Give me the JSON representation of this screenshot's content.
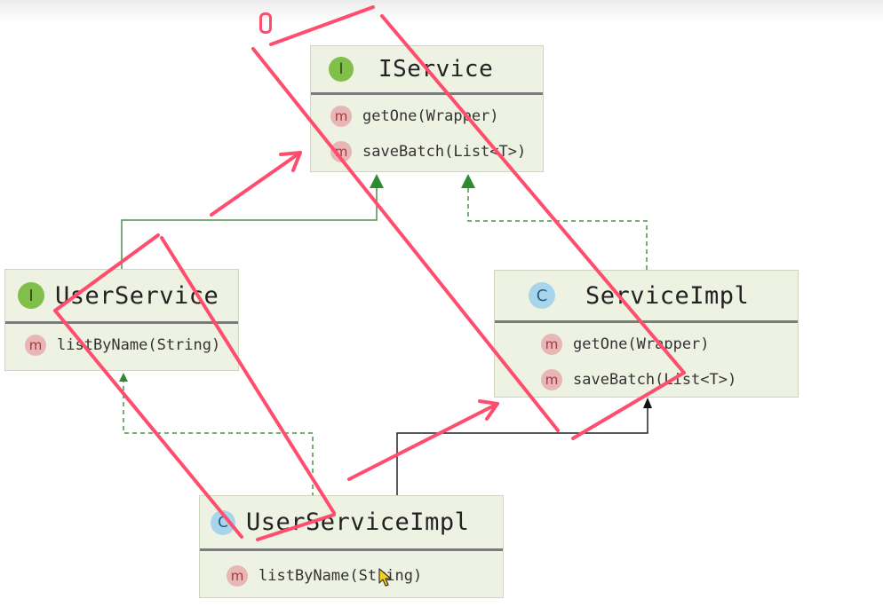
{
  "colors": {
    "box_fill": "#eef2e2",
    "header_rule": "#7b7b7b",
    "interface_badge": "#7fbf4a",
    "class_badge": "#a9d5ec",
    "method_badge": "#e8b6b6",
    "realization_line": "#4f8f4f",
    "inheritance_line": "#222222",
    "annotation": "#ff4d6d"
  },
  "iservice": {
    "kind_icon": "I",
    "name": "IService",
    "methods": [
      {
        "icon": "m",
        "signature": "getOne(Wrapper)"
      },
      {
        "icon": "m",
        "signature": "saveBatch(List<T>)"
      }
    ]
  },
  "user_service": {
    "kind_icon": "I",
    "name": "UserService",
    "methods": [
      {
        "icon": "m",
        "signature": "listByName(String)"
      }
    ]
  },
  "service_impl": {
    "kind_icon": "C",
    "name": "ServiceImpl",
    "methods": [
      {
        "icon": "m",
        "signature": "getOne(Wrapper)"
      },
      {
        "icon": "m",
        "signature": "saveBatch(List<T>)"
      }
    ]
  },
  "user_service_impl": {
    "kind_icon": "C",
    "name": "UserServiceImpl",
    "methods": [
      {
        "icon": "m",
        "signature": "listByName(String)"
      }
    ]
  },
  "annotation_icons": [
    "red-zero-mark-icon",
    "mouse-cursor-icon"
  ]
}
